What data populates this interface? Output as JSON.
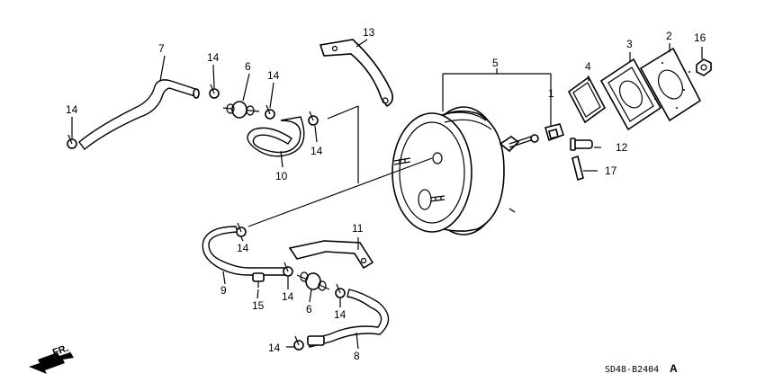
{
  "diagram": {
    "labels": {
      "p1": "1",
      "p2": "2",
      "p3": "3",
      "p4": "4",
      "p5": "5",
      "p6a": "6",
      "p6b": "6",
      "p7": "7",
      "p8": "8",
      "p9": "9",
      "p10": "10",
      "p11": "11",
      "p12": "12",
      "p13": "13",
      "p14a": "14",
      "p14b": "14",
      "p14c": "14",
      "p14d": "14",
      "p14e": "14",
      "p14f": "14",
      "p14g": "14",
      "p14h": "14",
      "p15": "15",
      "p16": "16",
      "p17": "17"
    },
    "front_indicator": "FR.",
    "diagram_code": "SD48-B2404",
    "revision_mark": "A"
  }
}
